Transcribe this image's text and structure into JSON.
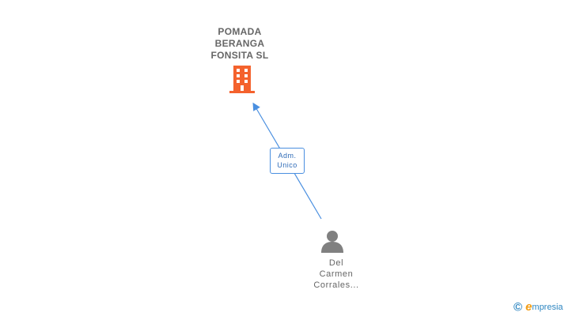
{
  "company": {
    "name_lines": [
      "POMADA",
      "BERANGA",
      "FONSITA SL"
    ],
    "icon": "building-icon",
    "icon_color": "#f4622d"
  },
  "relationship": {
    "role_lines": [
      "Adm.",
      "Unico"
    ],
    "edge_color": "#4a8fe0"
  },
  "person": {
    "name_lines": [
      "Del",
      "Carmen",
      "Corrales..."
    ],
    "icon": "person-icon",
    "icon_color": "#808080"
  },
  "footer": {
    "copyright_symbol": "©",
    "brand_initial": "e",
    "brand_rest": "mpresia"
  }
}
